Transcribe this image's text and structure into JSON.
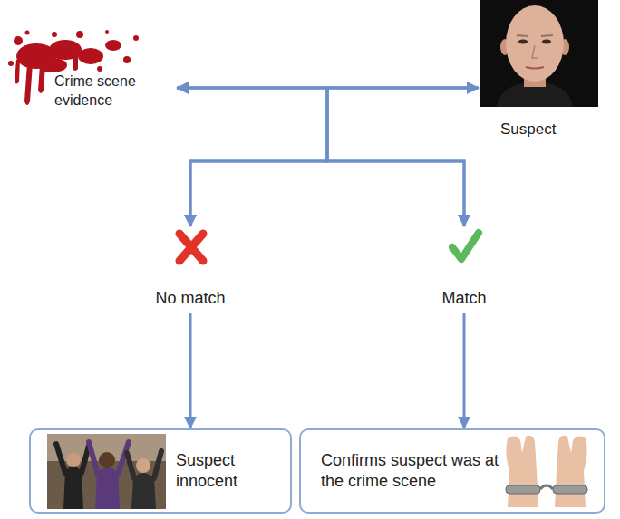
{
  "diagram": {
    "nodes": [
      {
        "text": [
          "Crime scene evidence"
        ]
      },
      {
        "text": [
          "Suspect"
        ]
      },
      {
        "text": [
          "No match"
        ]
      },
      {
        "text": [
          "Match"
        ]
      },
      {
        "text": [
          "Suspect innocent"
        ]
      },
      {
        "text": [
          "Confirms suspect was at the crime scene"
        ]
      }
    ],
    "edges": [
      {
        "from": 0,
        "to": 1,
        "arrow": "both"
      },
      {
        "from": 0,
        "to": 2,
        "arrow": "to"
      },
      {
        "from": 0,
        "to": 3,
        "arrow": "to"
      },
      {
        "from": 1,
        "to": 2,
        "arrow": "to"
      },
      {
        "from": 1,
        "to": 3,
        "arrow": "to"
      },
      {
        "from": 2,
        "to": 4,
        "arrow": "to"
      },
      {
        "from": 3,
        "to": 5,
        "arrow": "to"
      }
    ]
  }
}
